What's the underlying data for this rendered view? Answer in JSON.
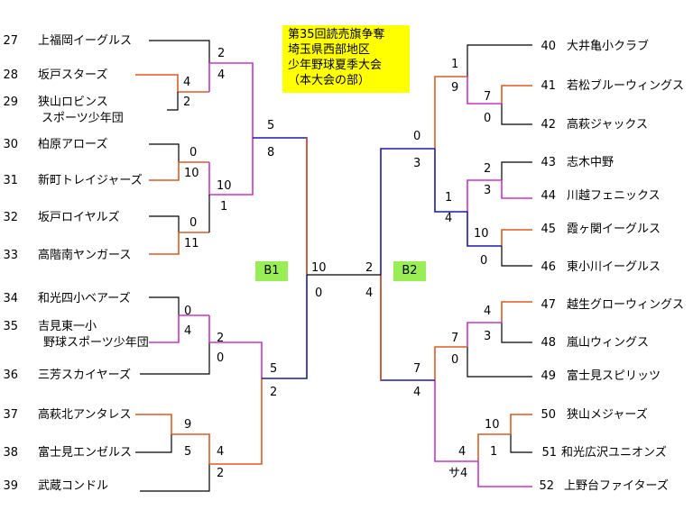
{
  "title": {
    "lines": [
      "第35回読売旗争奪",
      "埼玉県西部地区",
      "少年野球夏季大会",
      "（本大会の部）"
    ]
  },
  "blocks": {
    "b1": "B1",
    "b2": "B2"
  },
  "teams": [
    {
      "no": "27",
      "name": "上福岡イーグルス"
    },
    {
      "no": "28",
      "name": "坂戸スターズ"
    },
    {
      "no": "29",
      "name": "狭山ロビンス",
      "name2": "スポーツ少年団"
    },
    {
      "no": "30",
      "name": "柏原アローズ"
    },
    {
      "no": "31",
      "name": "新町トレイジャーズ"
    },
    {
      "no": "32",
      "name": "坂戸ロイヤルズ"
    },
    {
      "no": "33",
      "name": "高階南ヤンガース"
    },
    {
      "no": "34",
      "name": "和光四小ベアーズ"
    },
    {
      "no": "35",
      "name": "吉見東一小",
      "name2": "野球スポーツ少年団"
    },
    {
      "no": "36",
      "name": "三芳スカイヤーズ"
    },
    {
      "no": "37",
      "name": "高萩北アンタレス"
    },
    {
      "no": "38",
      "name": "富士見エンゼルス"
    },
    {
      "no": "39",
      "name": "武蔵コンドル"
    },
    {
      "no": "40",
      "name": "大井亀小クラブ"
    },
    {
      "no": "41",
      "name": "若松ブルーウィングス"
    },
    {
      "no": "42",
      "name": "高萩ジャックス"
    },
    {
      "no": "43",
      "name": "志木中野"
    },
    {
      "no": "44",
      "name": "川越フェニックス"
    },
    {
      "no": "45",
      "name": "霞ヶ関イーグルス"
    },
    {
      "no": "46",
      "name": "東小川イーグルス"
    },
    {
      "no": "47",
      "name": "越生グローウィングス"
    },
    {
      "no": "48",
      "name": "嵐山ウィングス"
    },
    {
      "no": "49",
      "name": "富士見スピリッツ"
    },
    {
      "no": "50",
      "name": "狭山メジャーズ"
    },
    {
      "no": "51",
      "name": "和光広沢ユニオンズ"
    },
    {
      "no": "52",
      "name": "上野台ファイターズ"
    }
  ],
  "scores": [
    "4",
    "2",
    "2",
    "4",
    "0",
    "10",
    "0",
    "11",
    "10",
    "1",
    "5",
    "8",
    "0",
    "4",
    "2",
    "0",
    "9",
    "5",
    "4",
    "2",
    "5",
    "2",
    "10",
    "0",
    "2",
    "4",
    "1",
    "9",
    "7",
    "0",
    "2",
    "3",
    "10",
    "0",
    "1",
    "4",
    "0",
    "3",
    "4",
    "3",
    "7",
    "0",
    "10",
    "1",
    "4",
    "サ4",
    "7",
    "4"
  ],
  "colors": {
    "pink": "#cc33cc",
    "orange": "#e05a20",
    "blue": "#1a1aaa",
    "black": "#000000",
    "title_bg": "#ffff00",
    "block_bg": "#99ee55"
  }
}
